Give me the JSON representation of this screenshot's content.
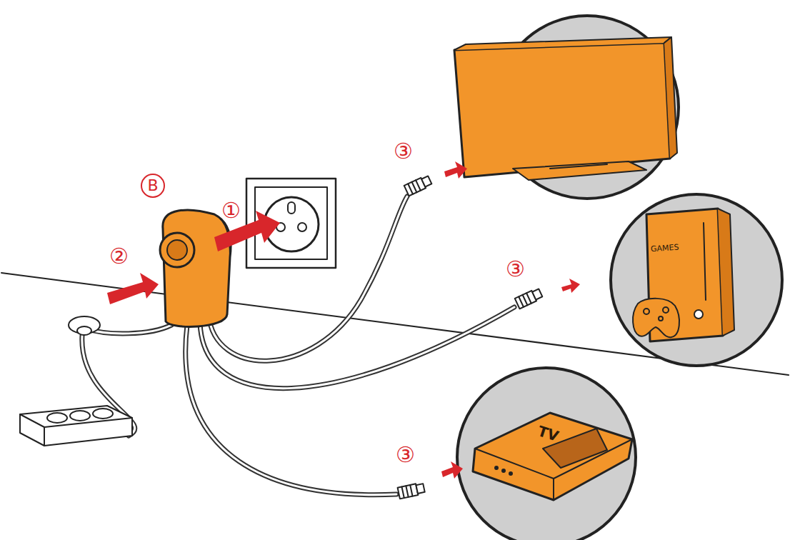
{
  "diagram": {
    "nodes": [
      {
        "text": [
          "GAMES"
        ]
      },
      {
        "text": [
          "TV"
        ]
      }
    ],
    "labels": [
      "B",
      "③",
      "①",
      "②",
      "③",
      "③"
    ]
  }
}
